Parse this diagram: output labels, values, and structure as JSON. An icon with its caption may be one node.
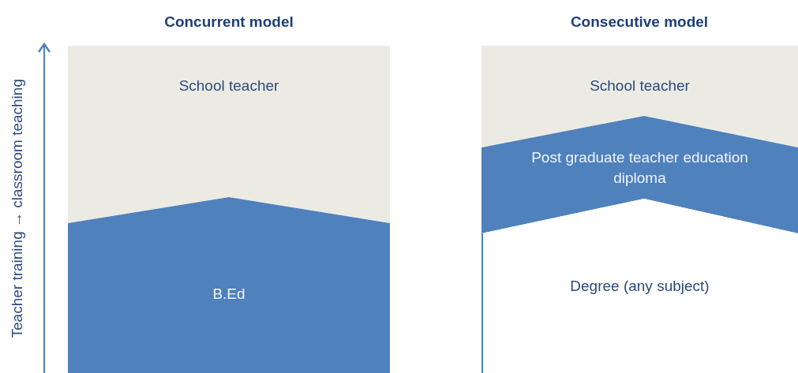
{
  "diagram": {
    "nodes": [
      {
        "text": [
          "School teacher"
        ]
      },
      {
        "text": [
          "B.Ed"
        ]
      },
      {
        "text": [
          "School teacher"
        ]
      },
      {
        "text": [
          "Post graduate teacher education diploma"
        ]
      },
      {
        "text": [
          "Degree (any subject)"
        ]
      }
    ],
    "labels": [
      "Concurrent model",
      "Consecutive model",
      "Teacher training → classroom teaching"
    ]
  }
}
